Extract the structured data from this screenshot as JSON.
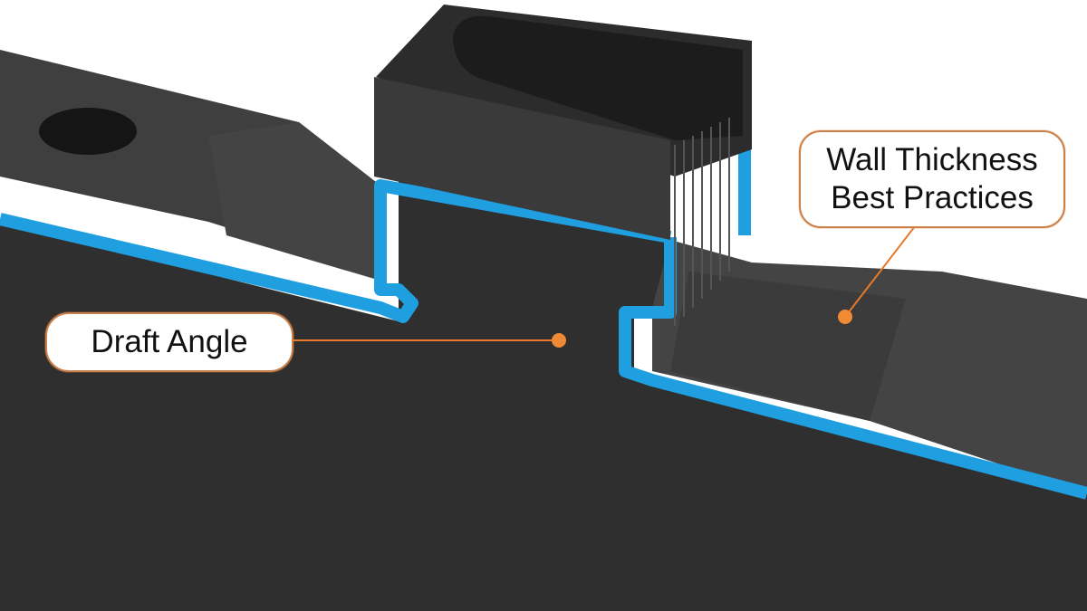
{
  "callouts": {
    "draft_angle": {
      "label": "Draft Angle"
    },
    "wall_thickness": {
      "line1": "Wall Thickness",
      "line2": "Best Practices"
    }
  },
  "colors": {
    "background": "#ffffff",
    "part_body": "#3a3a3a",
    "section_face": "#2f2f2f",
    "wall_highlight": "#1f9fe0",
    "callout_border": "#c9804a",
    "leader_line": "#e8782a",
    "marker_dot": "#f08a35"
  }
}
